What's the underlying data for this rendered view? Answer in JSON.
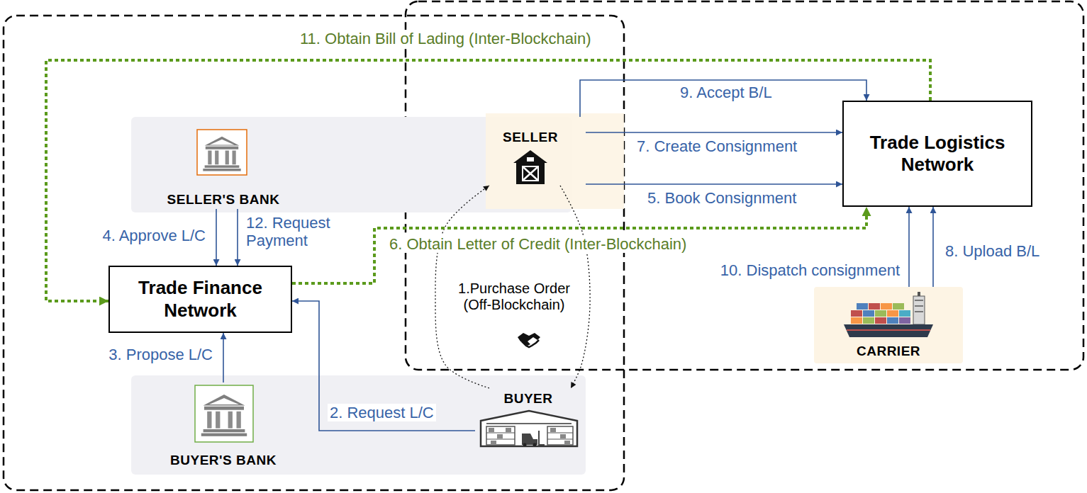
{
  "diagram": {
    "nodes": [
      {
        "text": [
          "SELLER'S BANK"
        ]
      },
      {
        "text": [
          "SELLER"
        ]
      },
      {
        "text": [
          "Trade Logistics Network"
        ]
      },
      {
        "text": [
          "Trade Finance Network"
        ]
      },
      {
        "text": [
          "BUYER'S BANK"
        ]
      },
      {
        "text": [
          "BUYER"
        ]
      },
      {
        "text": [
          "CARRIER"
        ]
      }
    ],
    "edges": [
      {
        "from": 1,
        "to": 5,
        "arrow": "to",
        "label": "1.Purchase Order (Off-Blockchain)"
      },
      {
        "from": 5,
        "to": 1,
        "arrow": "to"
      },
      {
        "from": 5,
        "to": 3,
        "arrow": "to",
        "label": "2. Request L/C"
      },
      {
        "from": 4,
        "to": 3,
        "arrow": "to",
        "label": "3. Propose L/C"
      },
      {
        "from": 0,
        "to": 3,
        "arrow": "to",
        "label": "4. Approve L/C"
      },
      {
        "from": 1,
        "to": 2,
        "arrow": "to",
        "label": "5. Book Consignment"
      },
      {
        "from": 3,
        "to": 2,
        "arrow": "to",
        "label": "6. Obtain Letter of Credit (Inter-Blockchain)"
      },
      {
        "from": 1,
        "to": 2,
        "arrow": "to",
        "label": "7. Create Consignment"
      },
      {
        "from": 6,
        "to": 2,
        "arrow": "to",
        "label": "8. Upload B/L"
      },
      {
        "from": 1,
        "to": 2,
        "arrow": "to",
        "label": "9. Accept B/L"
      },
      {
        "from": 6,
        "to": 2,
        "arrow": "to",
        "label": "10. Dispatch consignment"
      },
      {
        "from": 2,
        "to": 3,
        "arrow": "to",
        "label": "11. Obtain Bill of Lading (Inter-Blockchain)"
      },
      {
        "from": 0,
        "to": 3,
        "arrow": "to",
        "label": "12. Request Payment"
      }
    ]
  }
}
